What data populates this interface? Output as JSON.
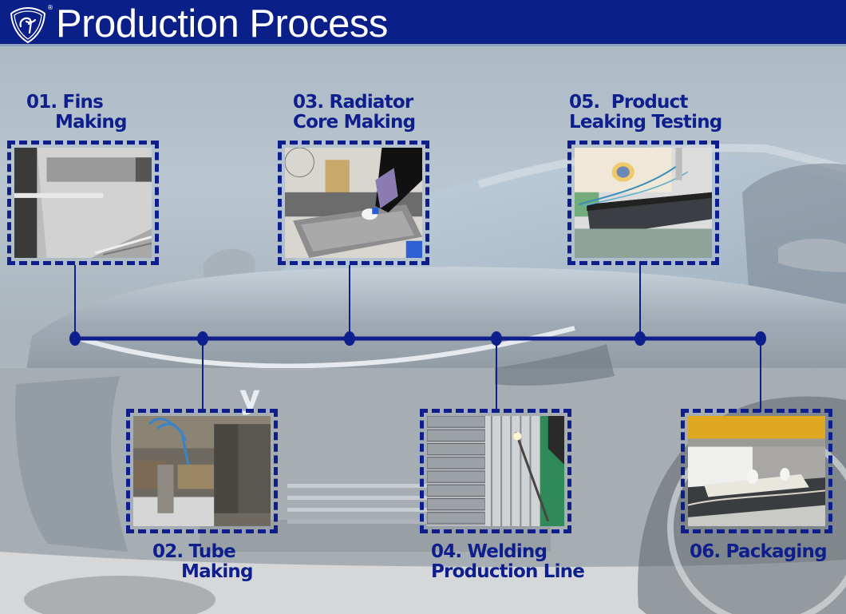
{
  "header": {
    "title": "Production Process",
    "logo": "shield-gv-logo",
    "registered_mark": "®",
    "background_color": "#0b1f88"
  },
  "accent_color": "#0e1e8c",
  "background": "electric-car-front-view",
  "steps": [
    {
      "number": "01.",
      "label": "01. Fins\n     Making",
      "title": "Fins Making",
      "photo": "fin-sheet-machine"
    },
    {
      "number": "02.",
      "label": "02. Tube\n     Making",
      "title": "Tube Making",
      "photo": "tube-forming-machine"
    },
    {
      "number": "03.",
      "label": "03. Radiator\nCore Making",
      "title": "Radiator Core Making",
      "photo": "core-assembly-gloved-hand"
    },
    {
      "number": "04.",
      "label": "04. Welding\nProduction Line",
      "title": "Welding Production Line",
      "photo": "stacked-radiator-welding"
    },
    {
      "number": "05.",
      "label": "05.  Product\nLeaking Testing",
      "title": "Product Leaking Testing",
      "photo": "radiator-water-tank-test"
    },
    {
      "number": "06.",
      "label": "06. Packaging",
      "title": "Packaging",
      "photo": "packaging-line-machine"
    }
  ]
}
